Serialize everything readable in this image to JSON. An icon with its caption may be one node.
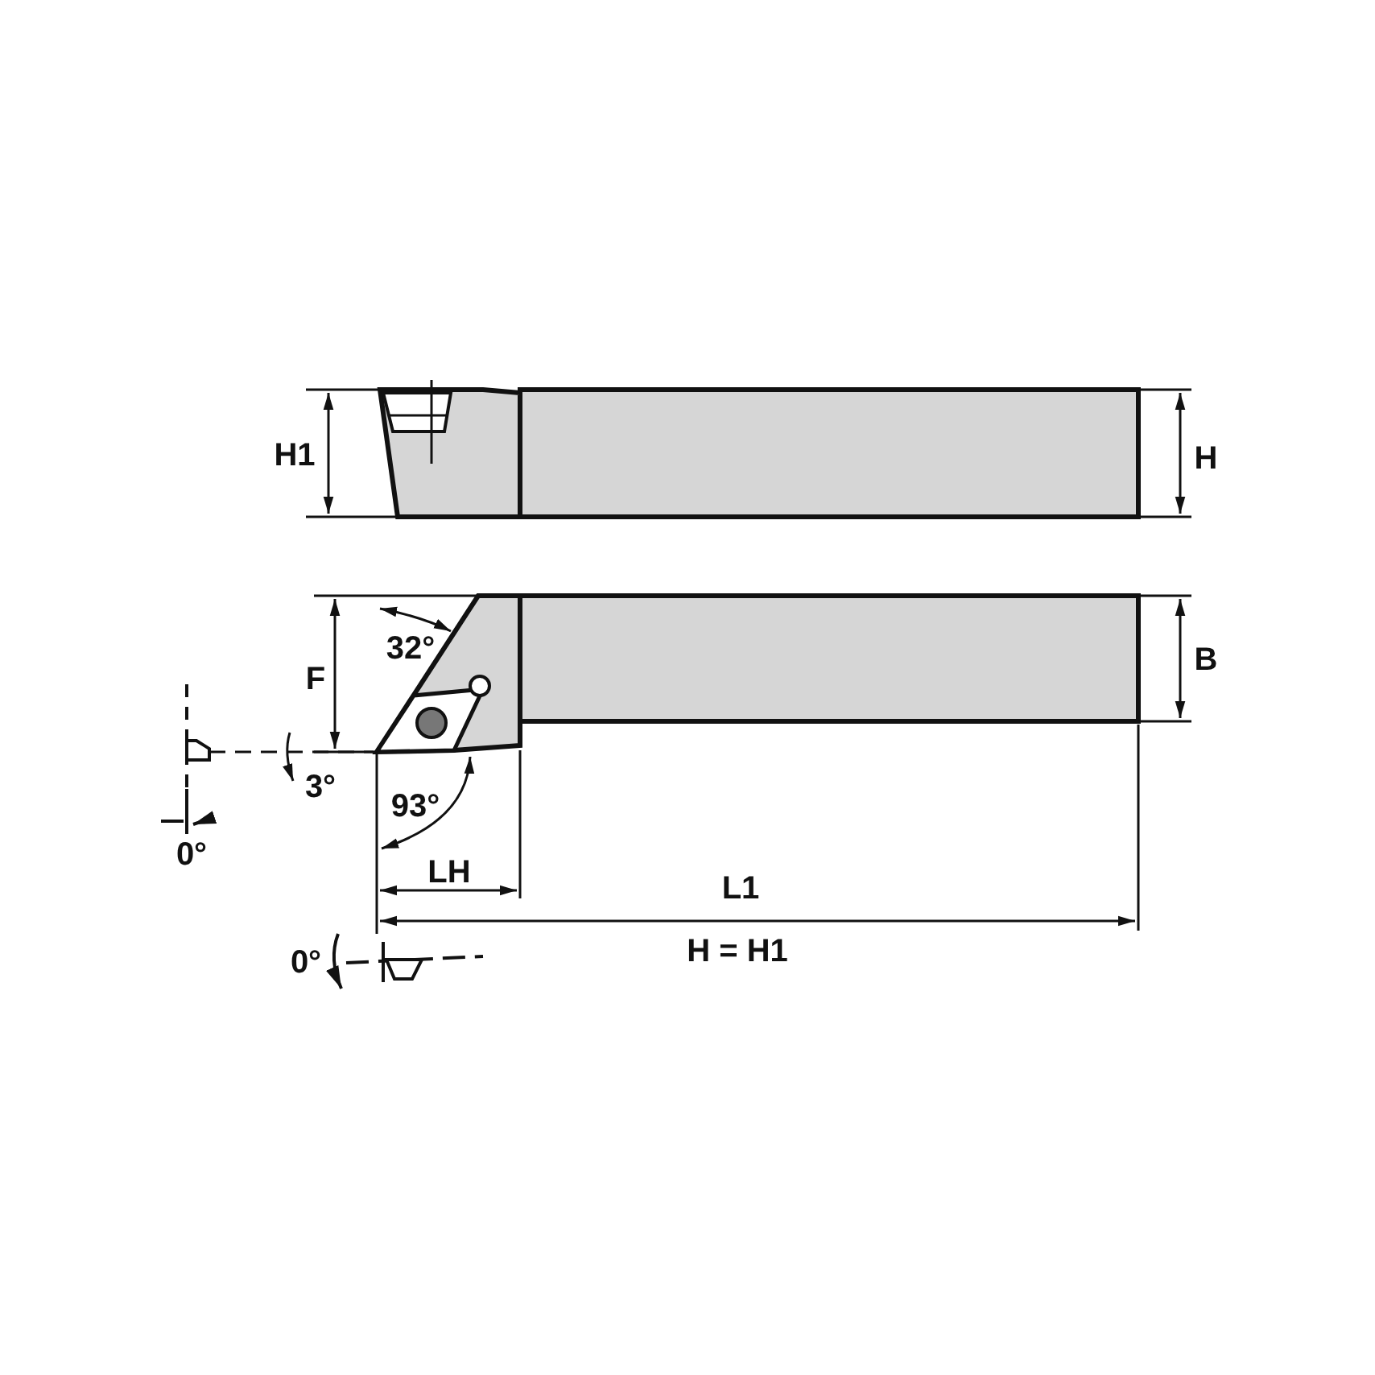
{
  "diagram": {
    "labels": [
      "H1",
      "H",
      "B",
      "F",
      "32°",
      "3°",
      "93°",
      "0°",
      "LH",
      "L1",
      "H = H1",
      "0°"
    ]
  }
}
